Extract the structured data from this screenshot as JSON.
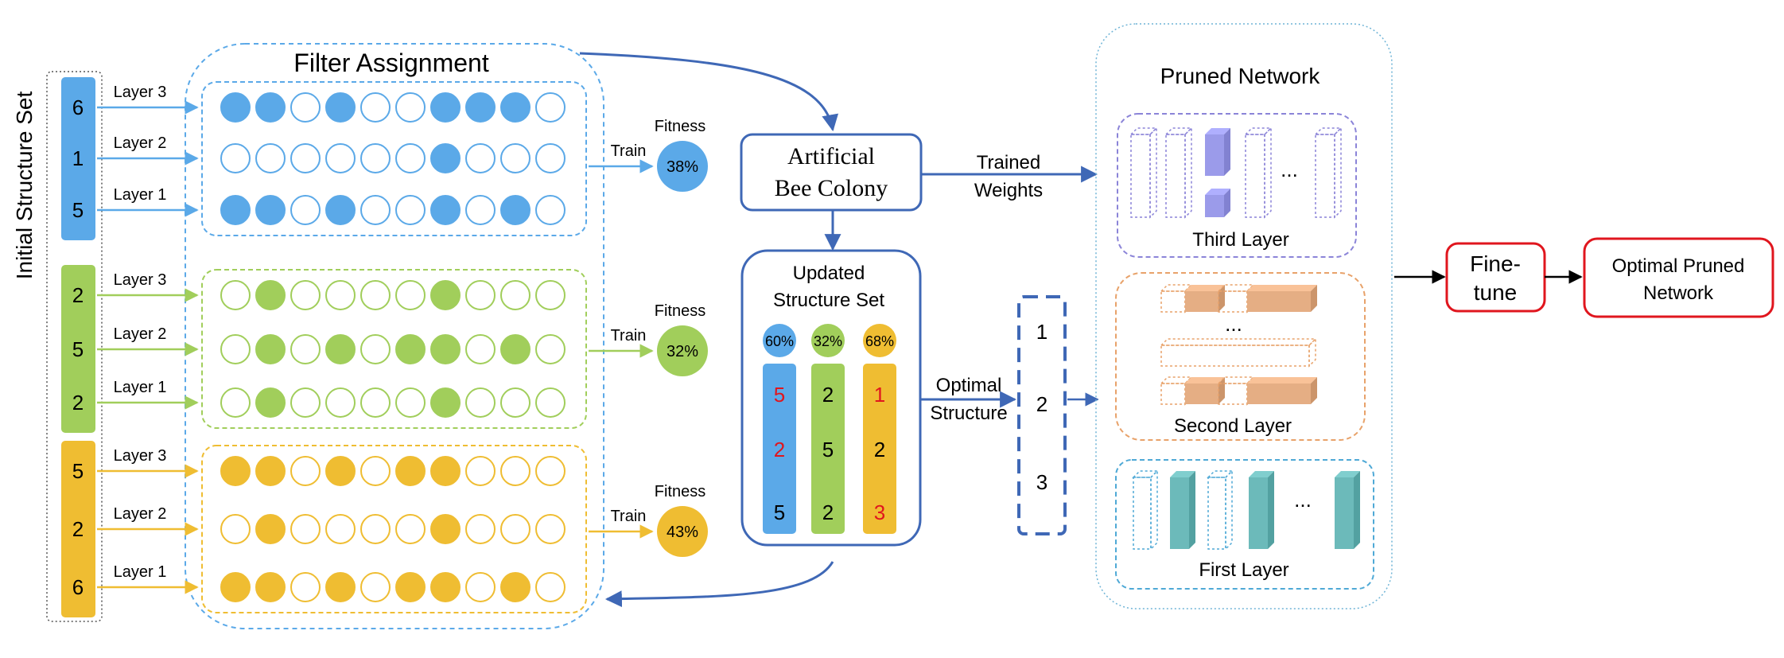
{
  "initial_set_label": "Initial  Structure Set",
  "filter_title": "Filter Assignment",
  "colors": {
    "blue": "#5BA9E8",
    "green": "#A1CE5B",
    "yellow": "#EFBD32",
    "navy": "#3F68B6",
    "red": "#E0161E",
    "purple": "#9B9BEA",
    "orange": "#E5AE84",
    "teal": "#6CBABA"
  },
  "groups": [
    {
      "color": "blue",
      "values": [
        "6",
        "1",
        "5"
      ],
      "layers": [
        {
          "label": "Layer 3",
          "pattern": [
            1,
            1,
            0,
            1,
            0,
            0,
            1,
            1,
            1,
            0
          ]
        },
        {
          "label": "Layer 2",
          "pattern": [
            0,
            0,
            0,
            0,
            0,
            0,
            1,
            0,
            0,
            0
          ]
        },
        {
          "label": "Layer 1",
          "pattern": [
            1,
            1,
            0,
            1,
            0,
            0,
            1,
            0,
            1,
            0
          ]
        }
      ],
      "train_label": "Train",
      "fitness_label": "Fitness",
      "fitness": "38%"
    },
    {
      "color": "green",
      "values": [
        "2",
        "5",
        "2"
      ],
      "layers": [
        {
          "label": "Layer 3",
          "pattern": [
            0,
            1,
            0,
            0,
            0,
            0,
            1,
            0,
            0,
            0
          ]
        },
        {
          "label": "Layer 2",
          "pattern": [
            0,
            1,
            0,
            1,
            0,
            1,
            1,
            0,
            1,
            0
          ]
        },
        {
          "label": "Layer 1",
          "pattern": [
            0,
            1,
            0,
            0,
            0,
            0,
            1,
            0,
            0,
            0
          ]
        }
      ],
      "train_label": "Train",
      "fitness_label": "Fitness",
      "fitness": "32%"
    },
    {
      "color": "yellow",
      "values": [
        "5",
        "2",
        "6"
      ],
      "layers": [
        {
          "label": "Layer 3",
          "pattern": [
            1,
            1,
            0,
            1,
            0,
            1,
            1,
            0,
            0,
            0
          ]
        },
        {
          "label": "Layer 2",
          "pattern": [
            0,
            1,
            0,
            0,
            0,
            0,
            1,
            0,
            0,
            0
          ]
        },
        {
          "label": "Layer 1",
          "pattern": [
            1,
            1,
            0,
            1,
            0,
            1,
            1,
            0,
            1,
            0
          ]
        }
      ],
      "train_label": "Train",
      "fitness_label": "Fitness",
      "fitness": "43%"
    }
  ],
  "abc": {
    "line1": "Artificial",
    "line2": "Bee Colony"
  },
  "trained_weights": {
    "line1": "Trained",
    "line2": "Weights"
  },
  "updated_set": {
    "title1": "Updated",
    "title2": "Structure Set",
    "columns": [
      {
        "color": "blue",
        "percent": "60%",
        "values": [
          {
            "v": "5",
            "changed": true
          },
          {
            "v": "2",
            "changed": true
          },
          {
            "v": "5",
            "changed": false
          }
        ]
      },
      {
        "color": "green",
        "percent": "32%",
        "values": [
          {
            "v": "2",
            "changed": false
          },
          {
            "v": "5",
            "changed": false
          },
          {
            "v": "2",
            "changed": false
          }
        ]
      },
      {
        "color": "yellow",
        "percent": "68%",
        "values": [
          {
            "v": "1",
            "changed": true
          },
          {
            "v": "2",
            "changed": false
          },
          {
            "v": "3",
            "changed": true
          }
        ]
      }
    ]
  },
  "optimal_structure": {
    "line1": "Optimal",
    "line2": "Structure",
    "values": [
      "1",
      "2",
      "3"
    ]
  },
  "pruned": {
    "title": "Pruned Network",
    "third": "Third Layer",
    "second": "Second Layer",
    "first": "First Layer",
    "ellipsis": "..."
  },
  "finetune": {
    "line1": "Fine-",
    "line2": "tune"
  },
  "optimal_pruned": {
    "line1": "Optimal Pruned",
    "line2": "Network"
  }
}
